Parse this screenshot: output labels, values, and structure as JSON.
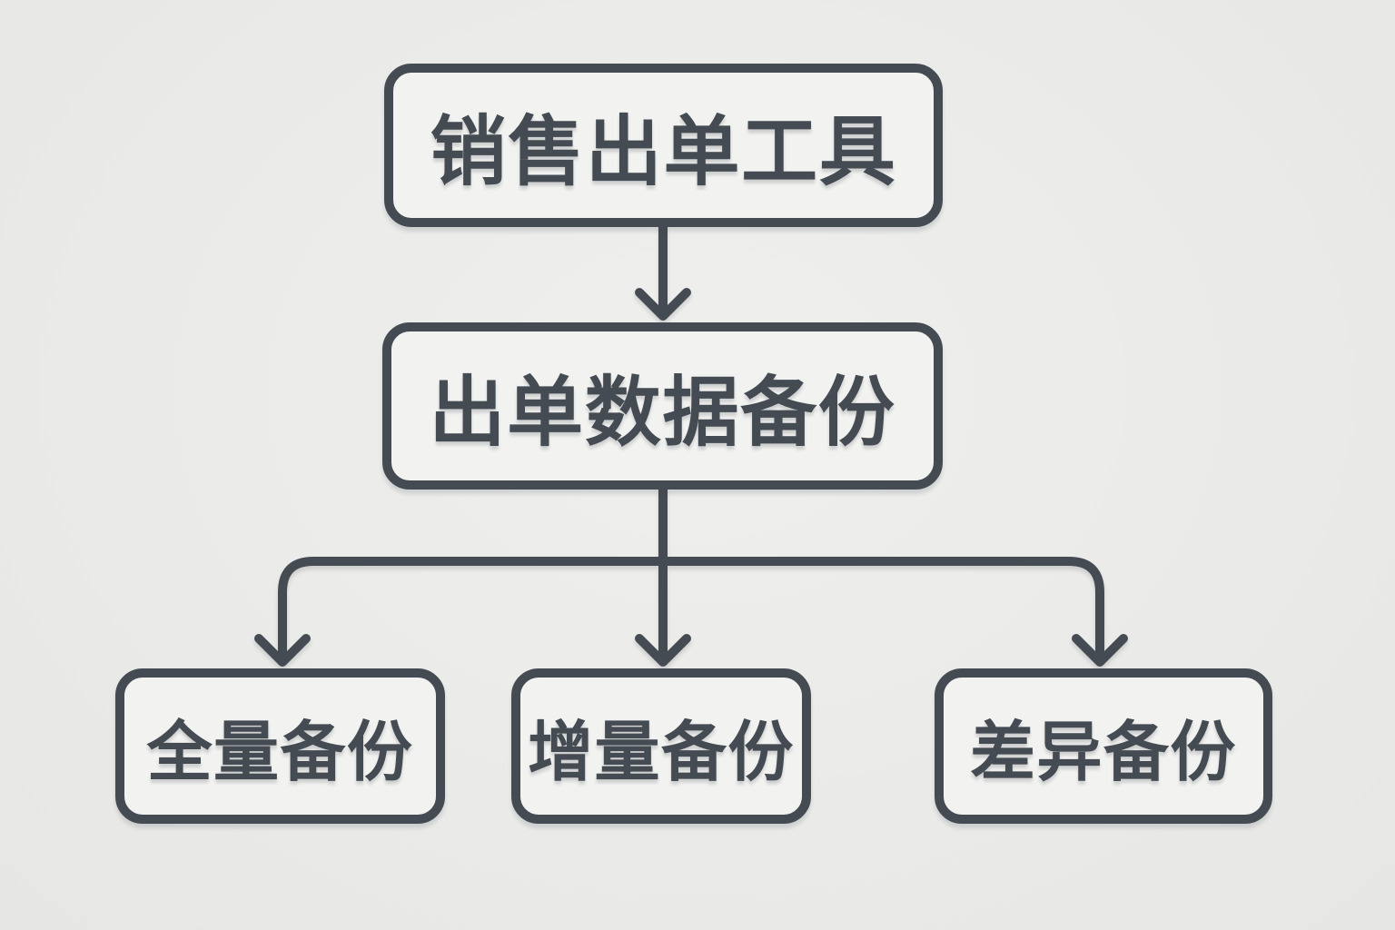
{
  "diagram": {
    "type": "flowchart",
    "colors": {
      "background": "#eaeae8",
      "node_fill": "#f2f2f0",
      "stroke": "#454b52",
      "text": "#454b52"
    },
    "root": {
      "label": "销售出单工具"
    },
    "level2": {
      "label": "出单数据备份"
    },
    "leaves": [
      {
        "label": "全量备份"
      },
      {
        "label": "增量备份"
      },
      {
        "label": "差异备份"
      }
    ]
  }
}
